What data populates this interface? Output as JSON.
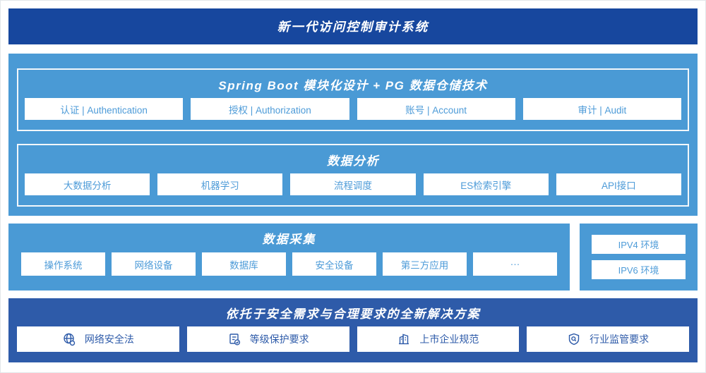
{
  "page": {
    "title": "新一代访问控制审计系统"
  },
  "colors": {
    "header_bg": "#17479e",
    "section_bg": "#4a9ad5",
    "solution_bg": "#2e5ba9",
    "box_text_light": "#4d9bd8",
    "box_text_dark": "#2e5ba9",
    "box_bg": "#ffffff"
  },
  "platform": {
    "modules_title": "Spring Boot 模块化设计 + PG 数据仓储技术",
    "modules": [
      "认证 | Authentication",
      "授权 | Authorization",
      "账号 | Account",
      "审计 | Audit"
    ],
    "analysis_title": "数据分析",
    "analysis": [
      "大数据分析",
      "机器学习",
      "流程调度",
      "ES检索引擎",
      "API接口"
    ]
  },
  "collection": {
    "title": "数据采集",
    "items": [
      "操作系统",
      "网络设备",
      "数据库",
      "安全设备",
      "第三方应用",
      "···"
    ],
    "environments": [
      "IPV4 环境",
      "IPV6 环境"
    ]
  },
  "solution": {
    "title": "依托于安全需求与合理要求的全新解决方案",
    "items": [
      {
        "icon": "globe-icon",
        "label": "网络安全法"
      },
      {
        "icon": "document-check-icon",
        "label": "等级保护要求"
      },
      {
        "icon": "building-icon",
        "label": "上市企业规范"
      },
      {
        "icon": "shield-search-icon",
        "label": "行业监管要求"
      }
    ]
  }
}
